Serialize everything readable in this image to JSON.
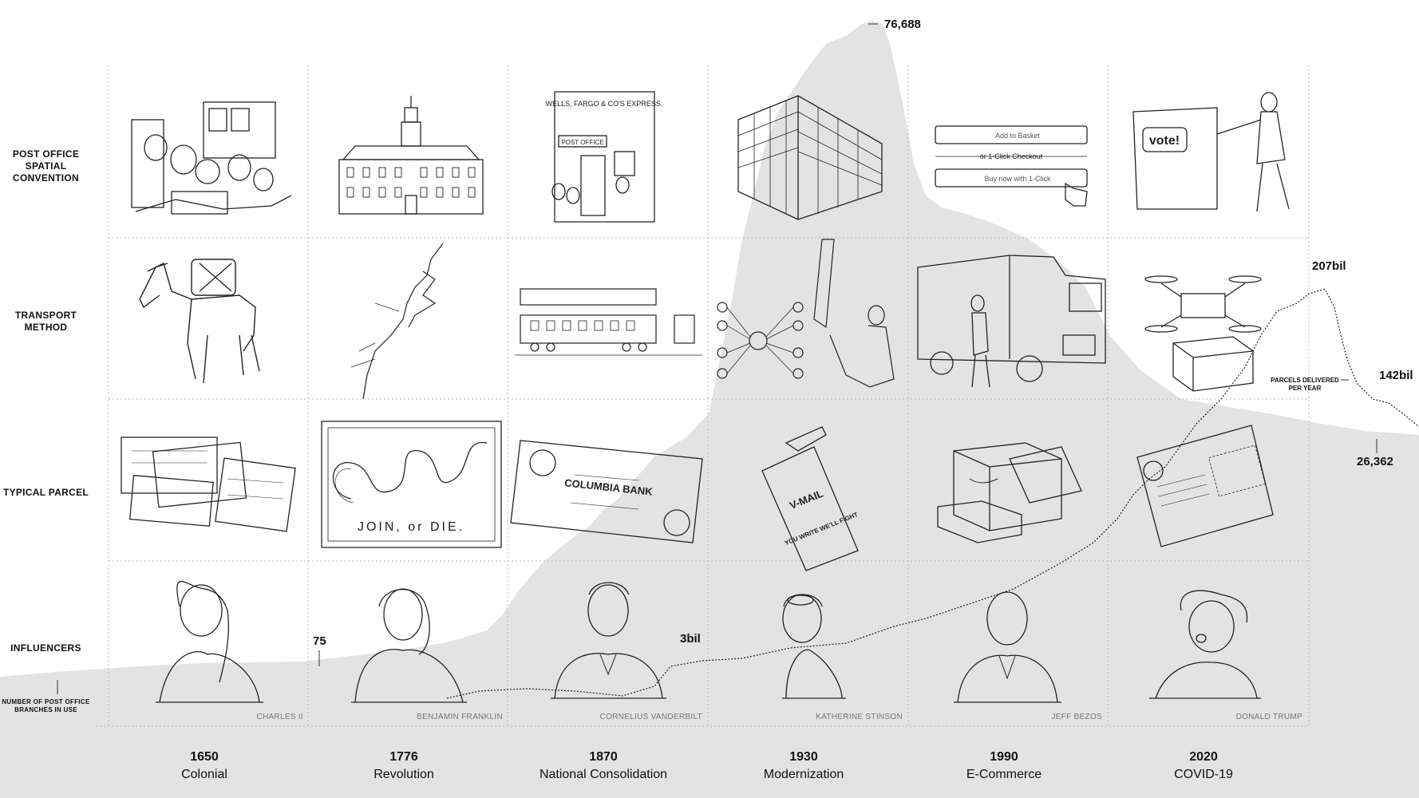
{
  "row_labels": {
    "post_office": "POST OFFICE SPATIAL CONVENTION",
    "transport": "TRANSPORT METHOD",
    "parcel": "TYPICAL PARCEL",
    "influencers": "INFLUENCERS",
    "branches": "NUMBER OF POST OFFICE BRANCHES IN USE"
  },
  "eras": [
    {
      "year": "1650",
      "name": "Colonial",
      "influencer": "CHARLES II"
    },
    {
      "year": "1776",
      "name": "Revolution",
      "influencer": "BENJAMIN FRANKLIN"
    },
    {
      "year": "1870",
      "name": "National Consolidation",
      "influencer": "CORNELIUS VANDERBILT"
    },
    {
      "year": "1930",
      "name": "Modernization",
      "influencer": "KATHERINE STINSON"
    },
    {
      "year": "1990",
      "name": "E-Commerce",
      "influencer": "JEFF BEZOS"
    },
    {
      "year": "2020",
      "name": "COVID-19",
      "influencer": "DONALD TRUMP"
    }
  ],
  "annotations": {
    "branches_peak": "76,688",
    "branches_start": "75",
    "branches_end": "26,362",
    "parcels_1870": "3bil",
    "parcels_peak": "207bil",
    "parcels_end": "142bil",
    "parcels_label": "PARCELS DELIVERED PER YEAR"
  },
  "illustration_text": {
    "wells_fargo_sign": "WELLS, FARGO & CO'S EXPRESS.",
    "post_office_sign": "POST OFFICE",
    "add_to_basket": "Add to Basket",
    "one_click_checkout": "or 1-Click Checkout",
    "buy_now": "Buy now with 1-Click",
    "vote": "vote!",
    "join_or_die": "JOIN, or DIE.",
    "columbia_bank": "COLUMBIA BANK",
    "vmail": "V-MAIL",
    "vmail_slogan": "YOU WRITE WE'LL FIGHT"
  },
  "colors": {
    "area_fill": "#e3e3e3",
    "grid": "#b8b8b8",
    "line": "#222222",
    "background": "#ffffff"
  }
}
